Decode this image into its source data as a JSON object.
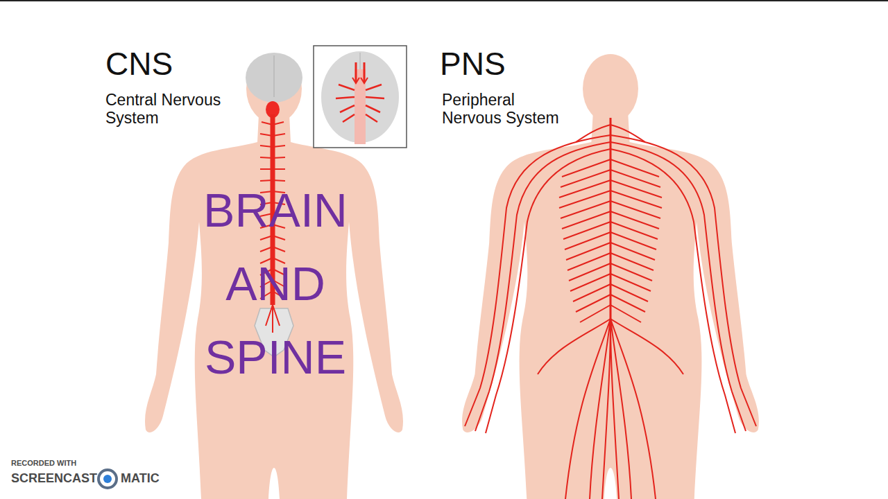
{
  "diagram": {
    "labels": [
      "CNS",
      "Central Nervous System",
      "PNS",
      "Peripheral Nervous System",
      "BRAIN AND SPINE",
      "RECORDED WITH",
      "SCREENCAST",
      "MATIC"
    ]
  }
}
